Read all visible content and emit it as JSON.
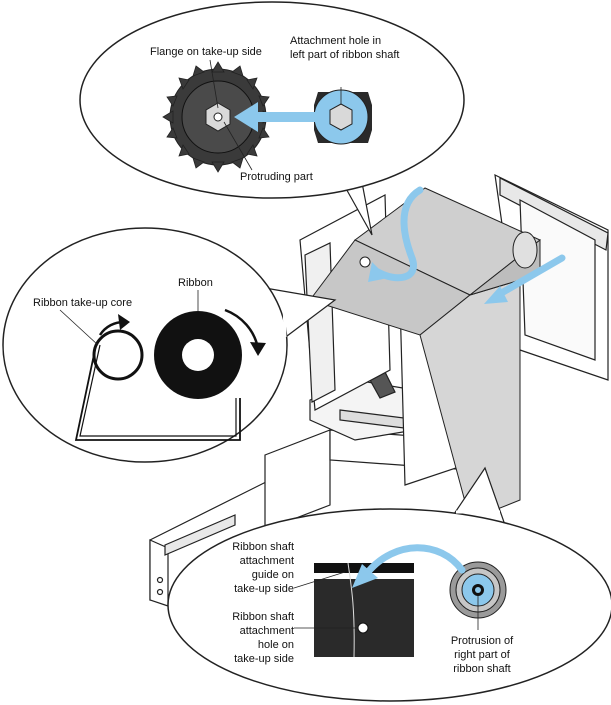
{
  "callout_top": {
    "flange_label": "Flange on take-up side",
    "hole_label_line1": "Attachment hole in",
    "hole_label_line2": "left part of ribbon shaft",
    "protrude_label": "Protruding part"
  },
  "callout_left": {
    "core_label": "Ribbon take-up core",
    "ribbon_label": "Ribbon"
  },
  "callout_bottom": {
    "guide_label": [
      "Ribbon shaft",
      "attachment",
      "guide on",
      "take-up side"
    ],
    "hole_label": [
      "Ribbon shaft",
      "attachment",
      "hole on",
      "take-up side"
    ],
    "protrusion_label": [
      "Protrusion of",
      "right part of",
      "ribbon shaft"
    ]
  },
  "colors": {
    "arrow_blue": "#8cc8ec",
    "ribbon_gray": "#cfcfcf",
    "dark": "#2a2a2a"
  }
}
